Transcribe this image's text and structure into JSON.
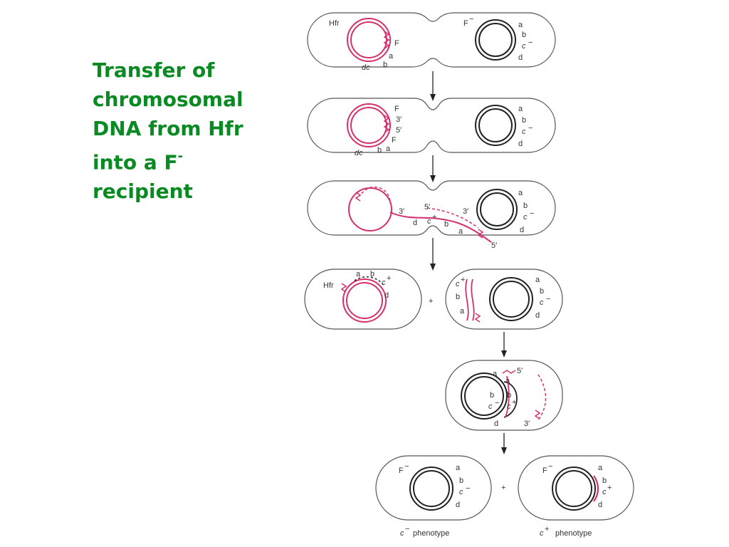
{
  "title": {
    "main": "Transfer of chromosomal DNA from Hfr into a F",
    "superscript": "-",
    "tail": "recipient"
  },
  "colors": {
    "title": "#0a8a22",
    "donor_dna": "#d2306e",
    "recipient_dna": "#222222"
  },
  "labels": {
    "hfr": "Hfr",
    "f_minus": "F",
    "f_minus_sup": "−",
    "f": "F",
    "a": "a",
    "b": "b",
    "d": "d",
    "c_minus": "c",
    "c_minus_sup": "−",
    "c_plus": "c",
    "c_plus_sup": "+",
    "five_prime": "5′",
    "three_prime": "3′",
    "dc_plus_b": "dc",
    "plus": "+",
    "phenotype_minus": "phenotype",
    "phenotype_plus": "phenotype"
  }
}
